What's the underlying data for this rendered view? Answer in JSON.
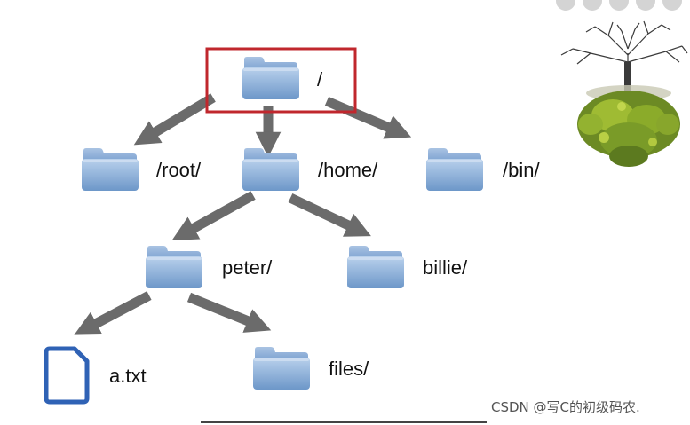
{
  "diagram": {
    "labels": {
      "root_dir": "/",
      "root_user": "/root/",
      "home": "/home/",
      "bin": "/bin/",
      "peter": "peter/",
      "billie": "billie/",
      "file": "a.txt",
      "files": "files/"
    },
    "highlight_color": "#c0272d",
    "arrow_color": "#6b6b6b",
    "folder_color": "#8fb2d9",
    "file_icon_color": "#2f62b5",
    "icons": [
      "folder-icon",
      "file-icon",
      "tree-icon"
    ]
  },
  "watermark": "CSDN @写C的初级码农."
}
